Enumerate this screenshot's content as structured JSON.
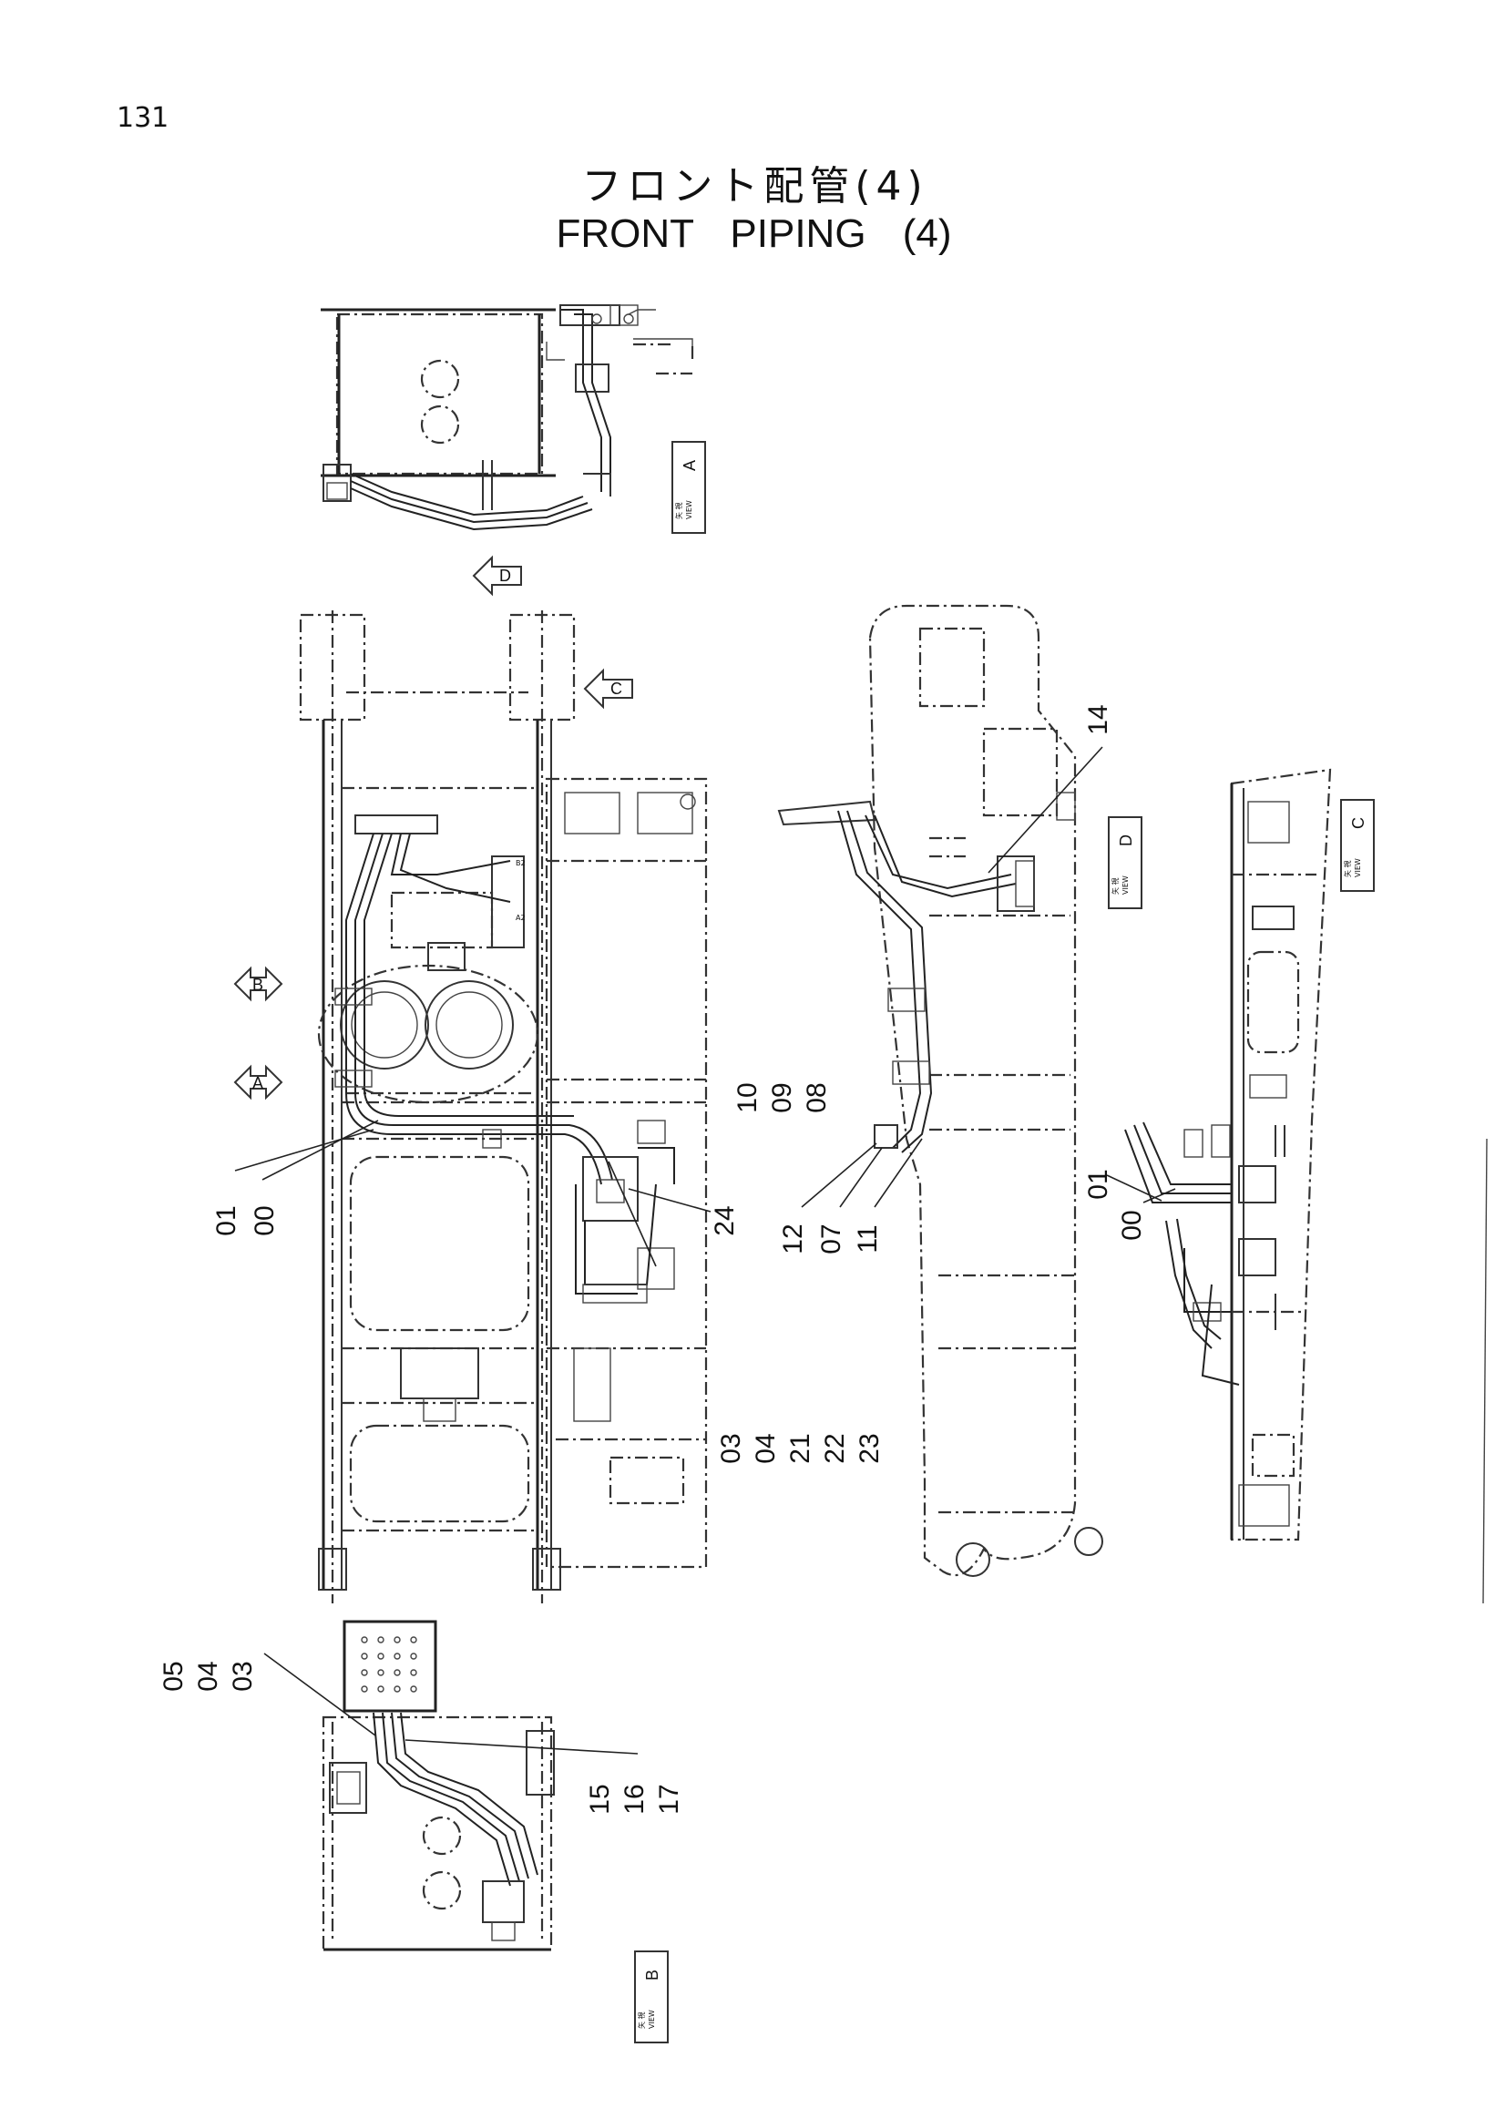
{
  "page": {
    "number": "131"
  },
  "title": {
    "japanese": "フロント配管(4)",
    "english": "FRONT PIPING (4)"
  },
  "view_labels": {
    "A": {
      "kanji": "矢 視",
      "en": "VIEW",
      "letter": "A"
    },
    "B": {
      "kanji": "矢 視",
      "en": "VIEW",
      "letter": "B"
    },
    "C": {
      "kanji": "矢 視",
      "en": "VIEW",
      "letter": "C"
    },
    "D": {
      "kanji": "矢 視",
      "en": "VIEW",
      "letter": "D"
    }
  },
  "arrow_letters": {
    "a": "A",
    "b": "B",
    "c": "C",
    "d": "D"
  },
  "port_labels": {
    "b2": "B2",
    "a2": "A2"
  },
  "callouts": {
    "main": {
      "c01": "01",
      "c00": "00",
      "c24": "24",
      "c03": "03",
      "c04": "04",
      "c21": "21",
      "c22": "22",
      "c23": "23"
    },
    "view_d": {
      "c14": "14",
      "c10": "10",
      "c09": "09",
      "c08": "08",
      "c12": "12",
      "c07": "07",
      "c11": "11"
    },
    "view_c": {
      "c01": "01",
      "c00": "00"
    },
    "view_b": {
      "c05": "05",
      "c04": "04",
      "c03": "03",
      "c15": "15",
      "c16": "16",
      "c17": "17"
    }
  }
}
